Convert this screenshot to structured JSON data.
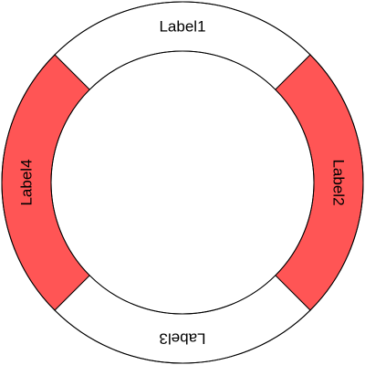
{
  "ring": {
    "segments": [
      {
        "label": "Label1",
        "fill": "#ffffff"
      },
      {
        "label": "Label2",
        "fill": "#ff5555"
      },
      {
        "label": "Label3",
        "fill": "#ffffff"
      },
      {
        "label": "Label4",
        "fill": "#ff5555"
      }
    ],
    "stroke": "#000000"
  }
}
